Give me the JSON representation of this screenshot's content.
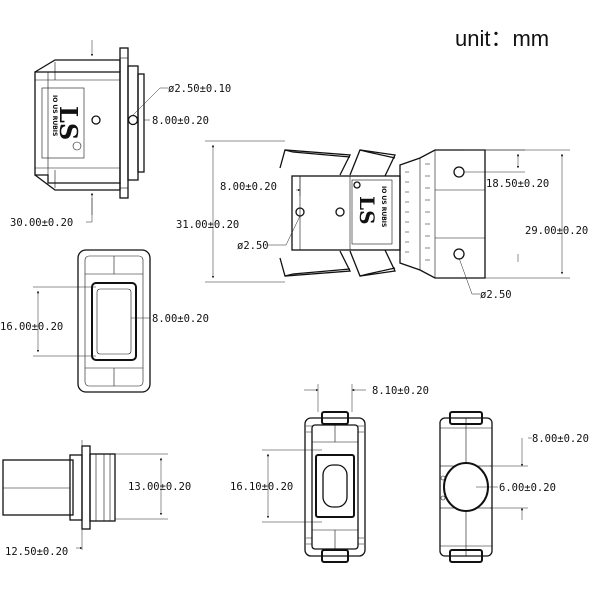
{
  "unit_label": "unit：mm",
  "logo_mark": "LS",
  "logo_caption": "IO US RUBIS",
  "dims": {
    "d_hole_top": "ø2.50±0.10",
    "d_top_right_8": "8.00±0.20",
    "d_width_30": "30.00±0.20",
    "d_side_8": "8.00±0.20",
    "d_height_31": "31.00±0.20",
    "d_hole_side": "ø2.50",
    "d_18_5": "18.50±0.20",
    "d_29": "29.00±0.20",
    "d_hole_side2": "ø2.50",
    "d_16": "16.00±0.20",
    "d_win_8": "8.00±0.20",
    "d_13": "13.00±0.20",
    "d_12_5": "12.50±0.20",
    "d_8_1": "8.10±0.20",
    "d_16_1": "16.10±0.20",
    "d_br_8": "8.00±0.20",
    "d_6": "6.00±0.20"
  }
}
